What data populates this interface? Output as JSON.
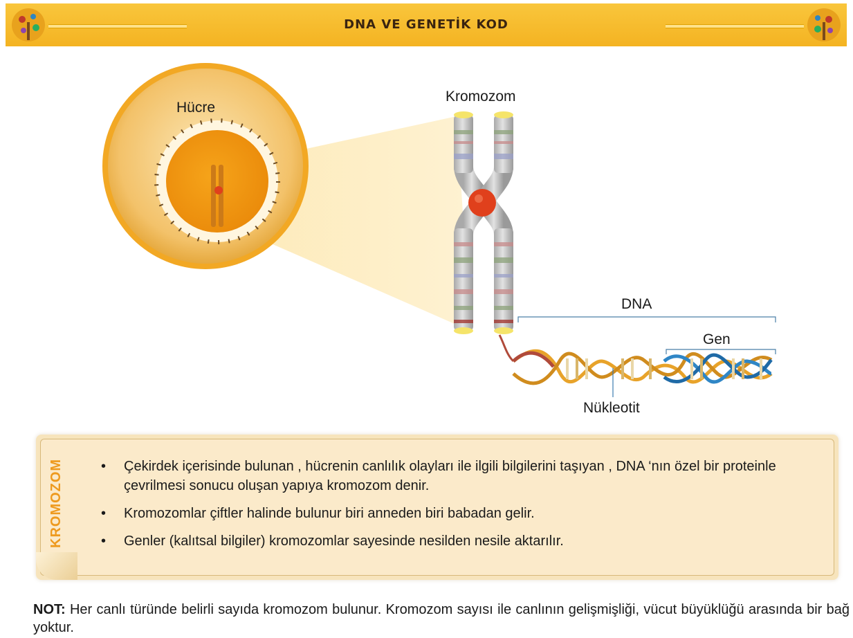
{
  "header": {
    "title": "DNA VE GENETİK KOD"
  },
  "illustration": {
    "labels": {
      "cell": "Hücre",
      "chromosome": "Kromozom",
      "dna": "DNA",
      "gene": "Gen",
      "nucleotide": "Nükleotit"
    }
  },
  "info_box": {
    "side_label": "KROMOZOM",
    "bullet_char": "•",
    "bullets": [
      "Çekirdek içerisinde bulunan , hücrenin canlılık olayları ile ilgili bilgilerini taşıyan , DNA ‘nın özel bir proteinle çevrilmesi sonucu oluşan yapıya kromozom denir.",
      "Kromozomlar çiftler halinde bulunur biri anneden biri babadan gelir.",
      "Genler (kalıtsal bilgiler) kromozomlar sayesinde nesilden nesile aktarılır."
    ]
  },
  "note": {
    "label": "NOT:",
    "text": " Her canlı türünde belirli sayıda kromozom bulunur. Kromozom sayısı ile canlının gelişmişliği, vücut büyüklüğü arasında bir bağ yoktur."
  },
  "colors": {
    "banner": "#f4b322",
    "accent": "#ee9a1e",
    "box_bg": "#fbeaca",
    "dna_gene": "#2f86c6",
    "dna_main": "#e8a32a",
    "dna_start": "#b04a3a"
  }
}
